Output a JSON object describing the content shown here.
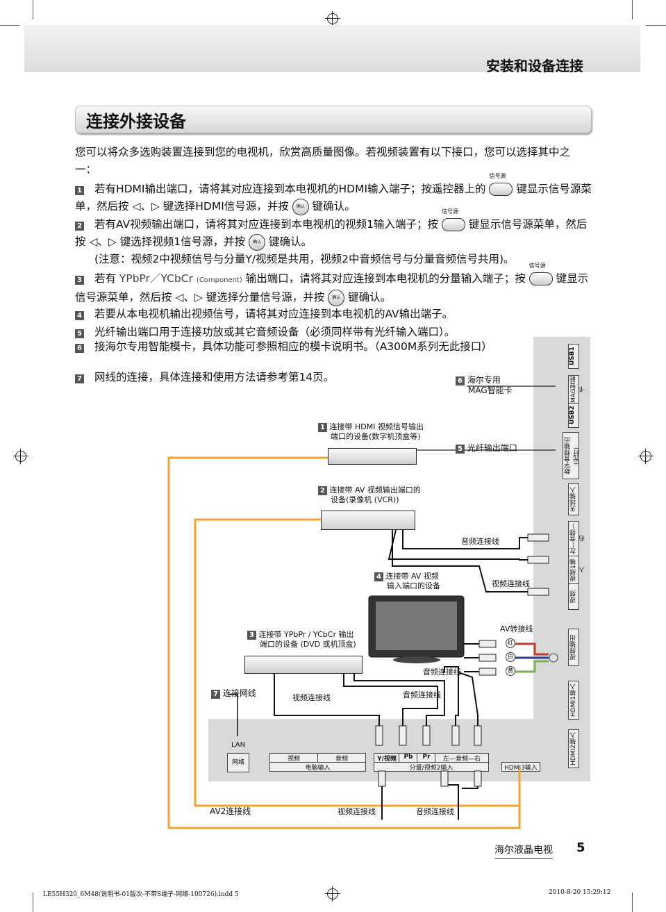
{
  "header": {
    "section_title": "安装和设备连接"
  },
  "title": "连接外接设备",
  "intro": "您可以将众多选购装置连接到您的电视机，欣赏高质量图像。若视频装置有以下接口，您可以选择其中之一：",
  "buttons": {
    "source_label": "信号源",
    "ok_label": "确认",
    "arrows": "◁、▷"
  },
  "items": [
    {
      "num": "1",
      "part1": "若有HDMI输出端口，请将其对应连接到本电视机的HDMI输入端子；按遥控器上的",
      "part2": "键显示信号源菜单，然后按",
      "part3": "键选择HDMI信号源，并按",
      "part4": "键确认。"
    },
    {
      "num": "2",
      "part1": "若有AV视频输出端口，请将其对应连接到本电视机的视频1输入端子；按",
      "part2": "键显示信号源菜单，然后按",
      "part3": "键选择视频1信号源，并按",
      "part4": "键确认。",
      "note": "(注意：视频2中视频信号与分量Y/视频是共用，视频2中音频信号与分量音频信号共用)。"
    },
    {
      "num": "3",
      "part1": "若有",
      "component": "YPbPr／YCbCr",
      "component_note": "(Component)",
      "part1b": "输出端口，请将其对应连接到本电视机的分量输入端子；按",
      "part2": "键显示信号源菜单，然后按",
      "part3": "键选择分量信号源，并按",
      "part4": "键确认。"
    },
    {
      "num": "4",
      "text": "若要从本电视机输出视频信号，请将其对应连接到本电视机的AV输出端子。"
    },
    {
      "num": "5",
      "text": "光纤输出端口用于连接功放或其它音频设备（必须同样带有光纤输入端口）。"
    },
    {
      "num": "6",
      "text": "接海尔专用智能模卡，具体功能可参照相应的模卡说明书。（A300M系列无此接口）"
    },
    {
      "num": "7",
      "text": "网线的连接，具体连接和使用方法请参考第14页。"
    }
  ],
  "diagram": {
    "c6": "海尔专用",
    "c6b": "MAG智能卡",
    "c1": "连接带 HDMI 视频信号输出",
    "c1b": "端口的设备(数字机顶盒等)",
    "c5": "光纤输出端口",
    "c2": "连接带 AV 视频输出端口的",
    "c2b": "设备(录像机 (VCR))",
    "audio_cable": "音频连接线",
    "video_cable": "视频连接线",
    "c4": "连接带 AV 视频",
    "c4b": "输入端口的设备",
    "av_cable": "AV转接线",
    "c3": "连接带 YPbPr / YCbCr 输出",
    "c3b": "端口的设备 (DVD 或机顶盒)",
    "c7": "连接网线",
    "av2": "AV2连接线",
    "red": "红",
    "white": "白",
    "yellow": "黄",
    "side_ports": [
      "USB1",
      "MAG智能卡",
      "USB2",
      "数字音频输出(光纤)",
      "天线输入",
      "左—音频—右",
      "视频1输入",
      "视频",
      "视频输出",
      "HDMI1输入",
      "HDMI2输入"
    ],
    "bottom_ports": {
      "lan": "LAN",
      "network": "网络",
      "video": "视频",
      "audio": "音频",
      "pc": "电脑输入",
      "y": "Y/视频",
      "pb": "Pb",
      "pr": "Pr",
      "lr": "左—音频—右",
      "comp": "分量/视频2输入",
      "hdmi3": "HDMI3输入"
    }
  },
  "footer": {
    "brand": "海尔液晶电视",
    "page": "5",
    "file": "LE55H320_6M48(说明书-01版次-不带S端子-网络-100726).indd   5",
    "date": "2010-8-20   15:29:12"
  }
}
